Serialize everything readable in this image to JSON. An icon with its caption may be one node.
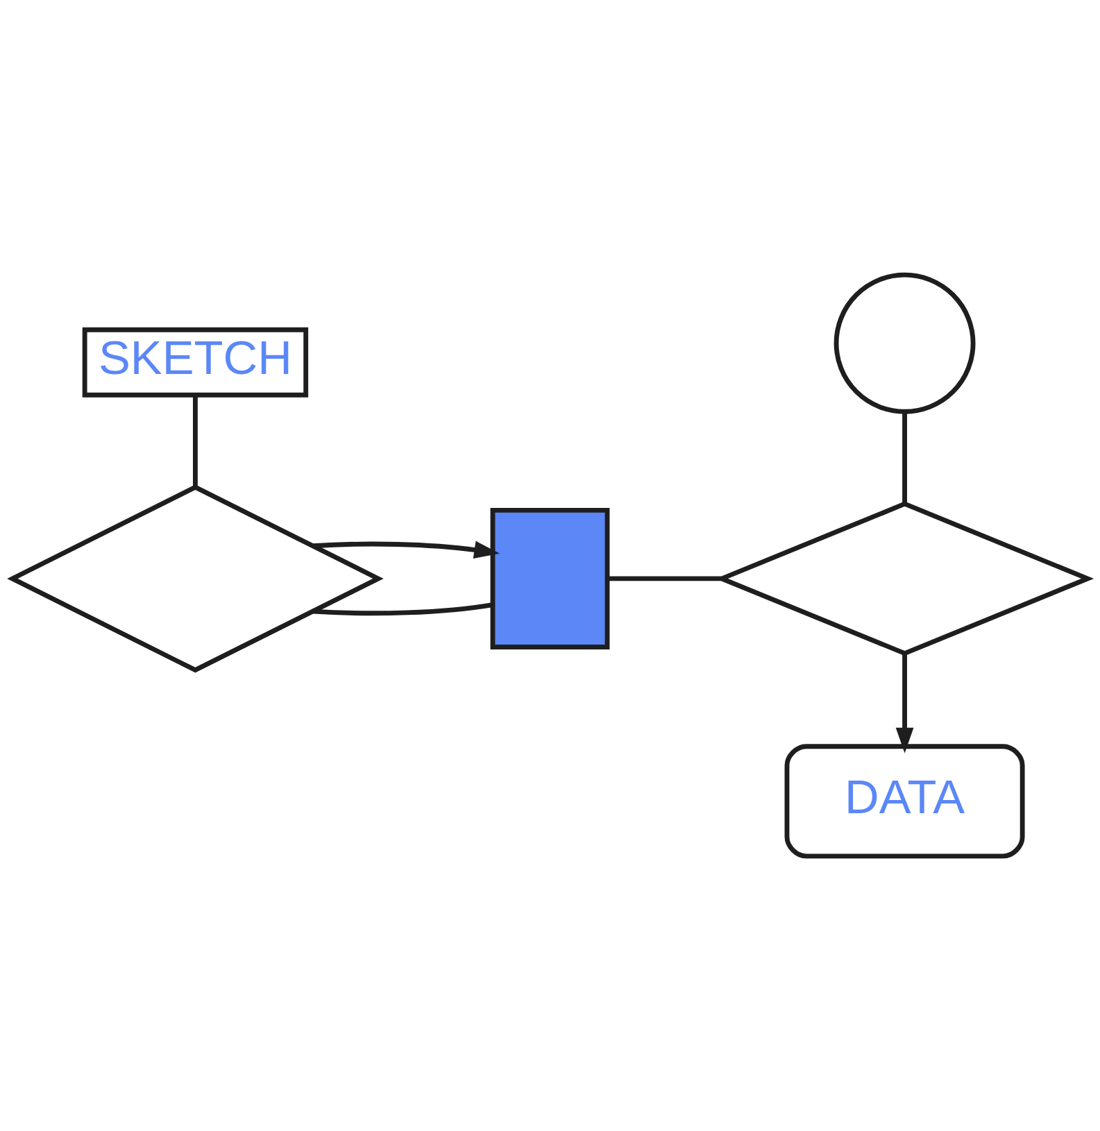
{
  "diagram": {
    "nodes": [
      {
        "text": [
          "SKETCH"
        ]
      },
      {
        "text": [],
        "shape": "diamond"
      },
      {
        "text": [],
        "shape": "box"
      },
      {
        "text": [],
        "shape": "diamond"
      },
      {
        "text": [],
        "shape": "circle"
      },
      {
        "text": [
          "DATA"
        ]
      }
    ],
    "edges": [
      {
        "from": 0,
        "to": 1,
        "arrow": "none"
      },
      {
        "from": 1,
        "to": 2,
        "arrow": "none"
      },
      {
        "from": 1,
        "to": 2,
        "arrow": "to"
      },
      {
        "from": 2,
        "to": 3,
        "arrow": "none"
      },
      {
        "from": 4,
        "to": 3,
        "arrow": "none"
      },
      {
        "from": 3,
        "to": 5,
        "arrow": "to"
      }
    ]
  }
}
